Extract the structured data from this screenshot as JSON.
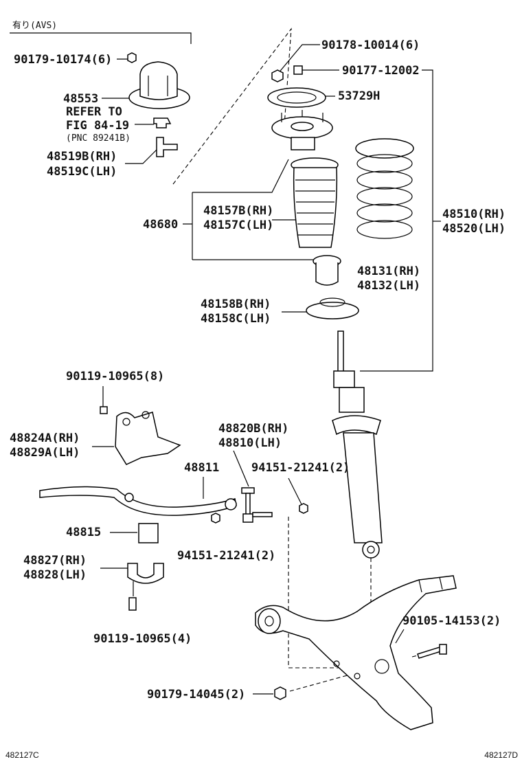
{
  "avs_header": "有り(AVS)",
  "labels": {
    "p90179_10174": "90179-10174(6)",
    "p48553": "48553",
    "refer1": "REFER TO",
    "refer2": "FIG 84-19",
    "refer3": "(PNC 89241B)",
    "p48519b": "48519B(RH)",
    "p48519c": "48519C(LH)",
    "p90178": "90178-10014(6)",
    "p90177": "90177-12002",
    "p53729h": "53729H",
    "p48680": "48680",
    "p48157b": "48157B(RH)",
    "p48157c": "48157C(LH)",
    "p48510": "48510(RH)",
    "p48520": "48520(LH)",
    "p48131": "48131(RH)",
    "p48132": "48132(LH)",
    "p48158b": "48158B(RH)",
    "p48158c": "48158C(LH)",
    "p90119a": "90119-10965(8)",
    "p48824a": "48824A(RH)",
    "p48829a": "48829A(LH)",
    "p48820b": "48820B(RH)",
    "p48810": "48810(LH)",
    "p48811": "48811",
    "p94151a": "94151-21241(2)",
    "p48815": "48815",
    "p94151b": "94151-21241(2)",
    "p48827": "48827(RH)",
    "p48828": "48828(LH)",
    "p90119b": "90119-10965(4)",
    "p90105": "90105-14153(2)",
    "p90179_14045": "90179-14045(2)"
  },
  "footer": {
    "left": "482127C",
    "right": "482127D"
  }
}
